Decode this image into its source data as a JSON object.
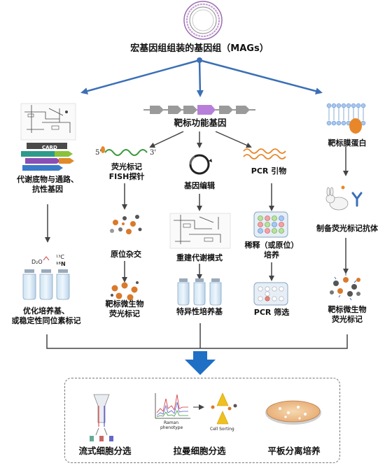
{
  "title": "宏基因组组装的基因组（MAGs）",
  "center": {
    "target_genes": "靶标功能基因",
    "fish_line1": "荧光标记",
    "fish_line2": "FISH探针",
    "in_situ": "原位杂交",
    "fish_result_line1": "靶标微生物",
    "fish_result_line2": "荧光标记",
    "gene_editing": "基因编辑",
    "rebuild_metabolic": "重建代谢模式",
    "specific_medium": "特异性培养基",
    "pcr_primers": "PCR 引物",
    "dilution_line1": "稀释（或原位）",
    "dilution_line2": "培养",
    "pcr_screening": "PCR 筛选",
    "probe_5": "5'",
    "probe_3": "3'"
  },
  "left": {
    "pathway_line1": "代谢底物与通路、",
    "pathway_line2": "抗性基因",
    "card_label": "CARD",
    "optimize_line1": "优化培养基、",
    "optimize_line2": "或稳定性同位素标记",
    "isotope_13c": "¹³C",
    "isotope_d2o": "D₂O",
    "isotope_15n": "¹⁵N"
  },
  "right": {
    "membrane_protein": "靶标膜蛋白",
    "antibody": "制备荧光标记抗体",
    "label_line1": "靶标微生物",
    "label_line2": "荧光标记"
  },
  "bottom": {
    "flow_sorting": "流式细胞分选",
    "raman_sorting": "拉曼细胞分选",
    "plate_culture": "平板分离培养",
    "raman_phenotype_line1": "Raman",
    "raman_phenotype_line2": "phenotype",
    "cell_sorting": "Cell Sorting"
  },
  "colors": {
    "arrow_blue": "#3b6fb6",
    "big_arrow": "#1f6fc5",
    "probe_green": "#3a9a3a",
    "primer_orange": "#e8862a",
    "gene_purple": "#b77fd9",
    "cell_orange": "#d97a2b"
  }
}
